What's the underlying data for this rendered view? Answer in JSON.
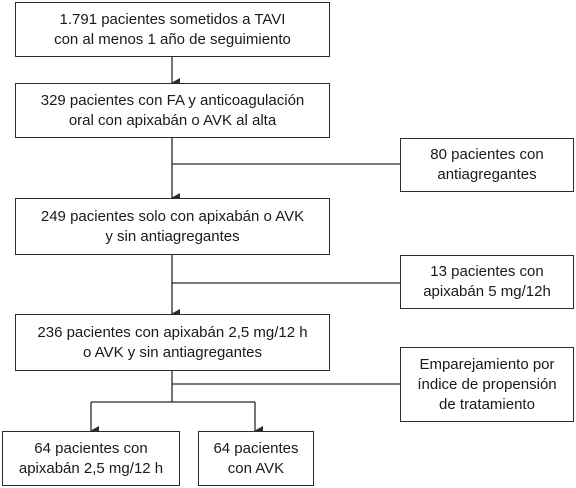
{
  "flowchart": {
    "box_total": "1.791 pacientes sometidos a TAVI\ncon al menos 1 año de seguimiento",
    "box_fa_anticoag": "329 pacientes con FA y anticoagulación\noral con apixabán o AVK al alta",
    "box_excl_antiagregantes": "80 pacientes con\nantiagregantes",
    "box_solo_apixaban_avk": "249 pacientes solo con apixabán o AVK\ny sin antiagregantes",
    "box_excl_apixaban_5mg": "13 pacientes con\napixabán 5 mg/12h",
    "box_apixaban_25_o_avk": "236 pacientes con apixabán 2,5 mg/12 h\no AVK y sin antiagregantes",
    "box_emparejamiento": "Emparejamiento por\níndice de propensión\nde tratamiento",
    "box_grupo_apixaban": "64 pacientes con\napixabán 2,5 mg/12 h",
    "box_grupo_avk": "64 pacientes\ncon AVK"
  },
  "colors": {
    "line": "#2b2b2b",
    "border": "#2b2b2b",
    "text": "#1a1a1a"
  }
}
